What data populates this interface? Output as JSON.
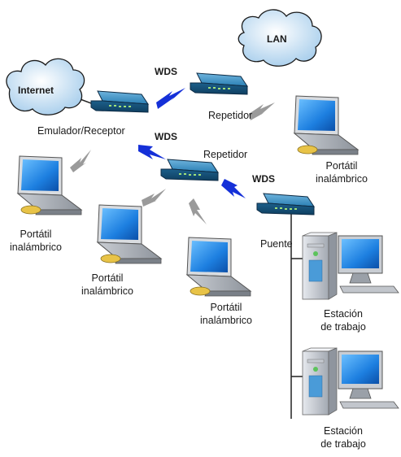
{
  "clouds": {
    "internet": "Internet",
    "lan": "LAN"
  },
  "links": {
    "wds_1": "WDS",
    "wds_2": "WDS",
    "wds_3": "WDS"
  },
  "devices": {
    "emulator_receiver": "Emulador/Receptor",
    "repeater_1": "Repetidor",
    "repeater_2": "Repetidor",
    "bridge": "Puente"
  },
  "laptops": [
    {
      "line1": "Portátil",
      "line2": "inalámbrico"
    },
    {
      "line1": "Portátil",
      "line2": "inalámbrico"
    },
    {
      "line1": "Portátil",
      "line2": "inalámbrico"
    },
    {
      "line1": "Portátil",
      "line2": "inalámbrico"
    }
  ],
  "workstations": [
    {
      "line1": "Estación",
      "line2": "de trabajo"
    },
    {
      "line1": "Estación",
      "line2": "de trabajo"
    }
  ],
  "colors": {
    "wds_link": "#1530d8",
    "wireless_link": "#9a9a9a",
    "router_body": "#1e6f9e",
    "cloud_fill": "#b9d9f2",
    "screen": "#1a6fcf"
  }
}
